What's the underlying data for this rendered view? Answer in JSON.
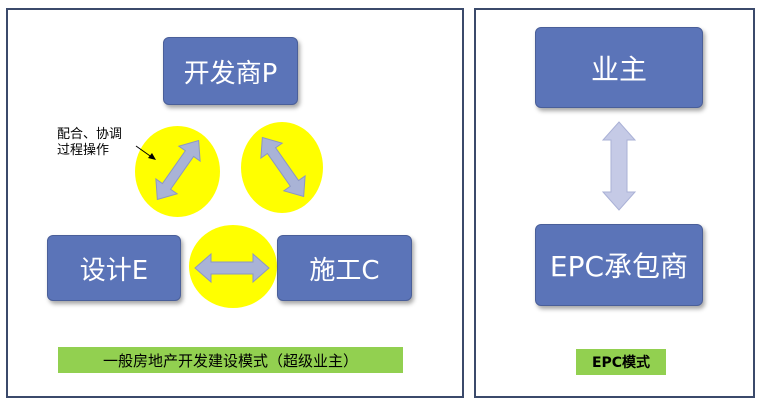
{
  "left_panel": {
    "developer": "开发商P",
    "design": "设计E",
    "construction": "施工C",
    "annotation_line1": "配合、协调",
    "annotation_line2": "过程操作",
    "mode_label": "一般房地产开发建设模式（超级业主）"
  },
  "right_panel": {
    "owner": "业主",
    "epc_contractor": "EPC承包商",
    "mode_label": "EPC模式"
  },
  "colors": {
    "box_fill": "#5b74b8",
    "ellipse_fill": "#ffff00",
    "arrow_fill": "#a9b3d6",
    "label_fill": "#92d050",
    "panel_border": "#3b4a6b"
  }
}
